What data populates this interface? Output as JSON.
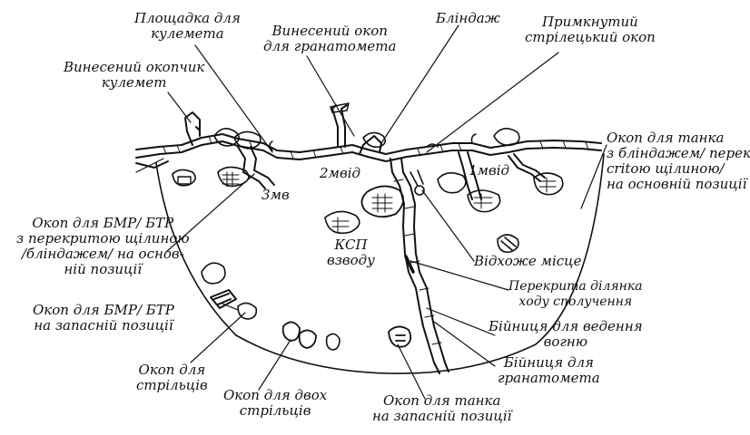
{
  "labels": {
    "mg_platform": [
      "Площадка для",
      "кулемета"
    ],
    "fwd_trench_gl": [
      "Винесений окоп",
      "для гранатомета"
    ],
    "dugout": [
      "Бліндаж"
    ],
    "adj_rifle_trench": [
      "Примкнутий",
      "стрілецький окоп"
    ],
    "fwd_foxhole_mg": [
      "Винесений окопчик",
      "кулемет"
    ],
    "tank_main": [
      "Окоп для танка",
      "з бліндажем/ перек-",
      "critoю щілиною/",
      "на основній позиції"
    ],
    "squad_2": [
      "2мвід"
    ],
    "squad_1": [
      "1мвід"
    ],
    "squad_3": [
      "3мв"
    ],
    "bmp_main": [
      "Окоп для БМР/ БТР",
      "з перекритою щілиною",
      "/бліндажем/ на основ-",
      "ній позиції"
    ],
    "ksp": [
      "КСП",
      "взводу"
    ],
    "latrine": [
      "Відхоже місце"
    ],
    "covered_passage": [
      "Перекрита ділянка",
      "ходу сполучення"
    ],
    "bmp_reserve": [
      "Окоп для БМР/ БТР",
      "на запасній позиції"
    ],
    "embrasure_fire": [
      "Бійниця для ведення",
      "вогню"
    ],
    "embrasure_gl": [
      "Бійниця для",
      "гранатомета"
    ],
    "riflemen": [
      "Окоп для",
      "стрільців"
    ],
    "two_riflemen": [
      "Окоп для двох",
      "стрільців"
    ],
    "tank_reserve": [
      "Окоп для танка",
      "на запасній позиції"
    ]
  }
}
